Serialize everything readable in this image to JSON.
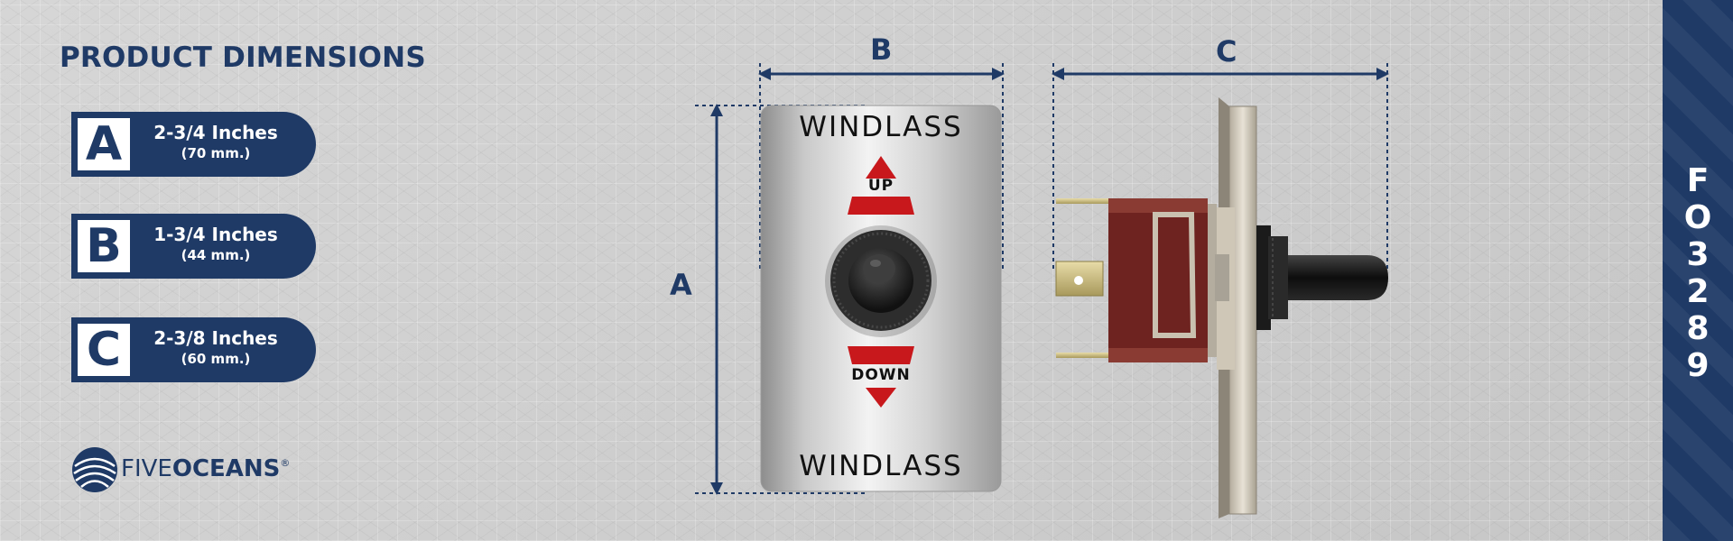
{
  "title": "PRODUCT DIMENSIONS",
  "dimensions": [
    {
      "letter": "A",
      "inches": "2-3/4 Inches",
      "mm": "(70 mm.)"
    },
    {
      "letter": "B",
      "inches": "1-3/4 Inches",
      "mm": "(44 mm.)"
    },
    {
      "letter": "C",
      "inches": "2-3/8 Inches",
      "mm": "(60 mm.)"
    }
  ],
  "brand": {
    "part1": "FIVE",
    "part2": "OCEANS",
    "reg": "®"
  },
  "diagram_labels": {
    "a": "A",
    "b": "B",
    "c": "C"
  },
  "plate": {
    "top_text": "WINDLASS",
    "bottom_text": "WINDLASS",
    "up": "UP",
    "down": "DOWN"
  },
  "product_code": [
    "F",
    "O",
    "3",
    "2",
    "8",
    "9"
  ],
  "colors": {
    "brand_navy": "#1f3a66",
    "arrow_red": "#c8181c",
    "background": "#cfcfcf"
  },
  "icons": {
    "brand_mark": "waves-globe-icon"
  }
}
